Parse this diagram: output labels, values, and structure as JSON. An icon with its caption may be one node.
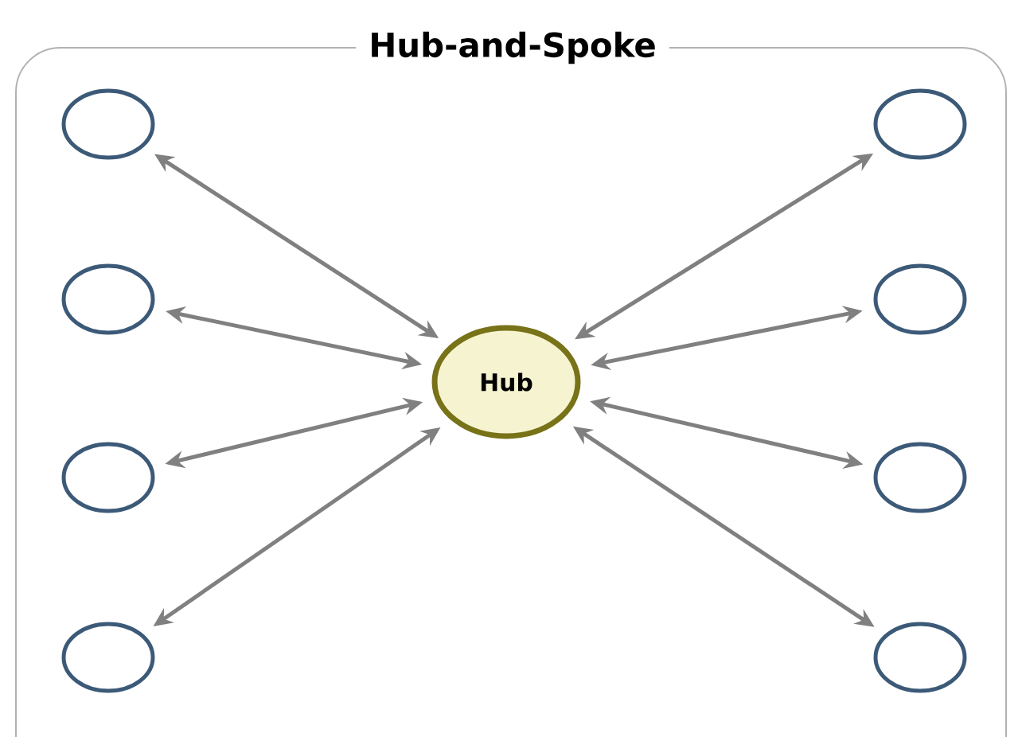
{
  "diagram": {
    "title": "Hub-and-Spoke",
    "nodes": [
      {
        "text": [
          "Hub"
        ]
      },
      {
        "text": [],
        "shape": "circle"
      },
      {
        "text": [],
        "shape": "circle"
      },
      {
        "text": [],
        "shape": "circle"
      },
      {
        "text": [],
        "shape": "circle"
      },
      {
        "text": [],
        "shape": "circle"
      },
      {
        "text": [],
        "shape": "circle"
      },
      {
        "text": [],
        "shape": "circle"
      },
      {
        "text": [],
        "shape": "circle"
      }
    ],
    "edges": [
      {
        "from": 1,
        "to": 0,
        "arrow": "both"
      },
      {
        "from": 2,
        "to": 0,
        "arrow": "both"
      },
      {
        "from": 3,
        "to": 0,
        "arrow": "both"
      },
      {
        "from": 4,
        "to": 0,
        "arrow": "both"
      },
      {
        "from": 5,
        "to": 0,
        "arrow": "both"
      },
      {
        "from": 6,
        "to": 0,
        "arrow": "both"
      },
      {
        "from": 7,
        "to": 0,
        "arrow": "both"
      },
      {
        "from": 8,
        "to": 0,
        "arrow": "both"
      }
    ]
  }
}
